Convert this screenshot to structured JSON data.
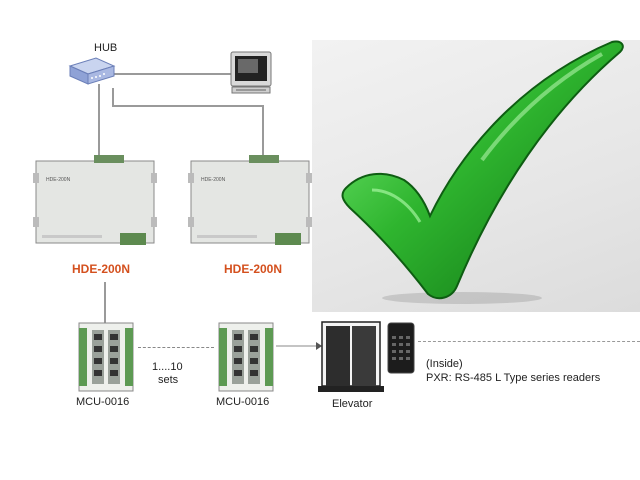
{
  "hub": {
    "label": "HUB"
  },
  "controllers": [
    {
      "label": "HDE-200N",
      "board_text": "HDE-200N"
    },
    {
      "label": "HDE-200N",
      "board_text": "HDE-200N"
    }
  ],
  "mcu_units": [
    {
      "label": "MCU-0016"
    },
    {
      "label": "MCU-0016"
    }
  ],
  "sets": {
    "line1": "1....10",
    "line2": "sets"
  },
  "elevator": {
    "label": "Elevator"
  },
  "reader": {
    "line1": "(Inside)",
    "line2": "PXR: RS-485 L Type series readers"
  },
  "colors": {
    "controller_label": "#d4501e",
    "check_green": "#2fb52f",
    "wire": "#9a9a9a"
  }
}
